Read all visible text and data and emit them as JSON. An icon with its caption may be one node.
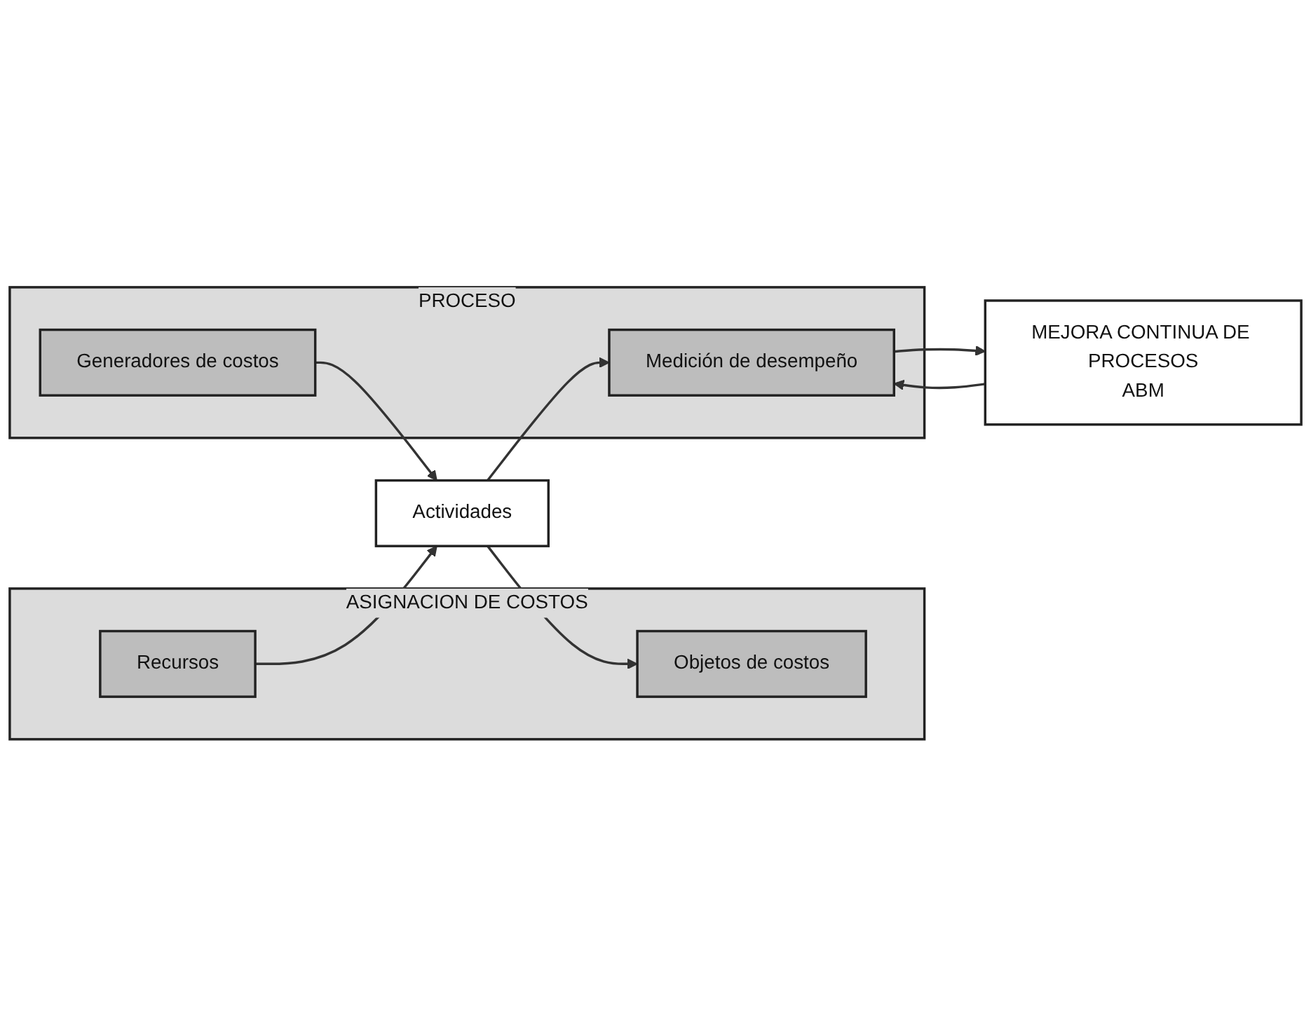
{
  "diagram": {
    "nodes": [
      {
        "text": [
          "ASIGNACION DE COSTOS"
        ]
      },
      {
        "text": [
          "Recursos"
        ],
        "in": 0
      },
      {
        "text": [
          "PROCESO"
        ]
      },
      {
        "text": [
          "Generadores de costos"
        ],
        "in": 2
      },
      {
        "text": [
          "Actividades"
        ]
      },
      {
        "text": [
          "Medición de desempeño"
        ],
        "in": 2
      },
      {
        "text": [
          "MEJORA CONTINUA DE PROCESOS",
          "ABM"
        ]
      },
      {
        "text": [
          "Objetos de costos"
        ],
        "in": 0
      }
    ],
    "edges": [
      {
        "from": 1,
        "to": 4,
        "arrow": "to"
      },
      {
        "from": 3,
        "to": 4,
        "arrow": "to"
      },
      {
        "from": 4,
        "to": 5,
        "arrow": "to"
      },
      {
        "from": 6,
        "to": 5,
        "arrow": "to"
      },
      {
        "from": 5,
        "to": 6,
        "arrow": "to"
      },
      {
        "from": 4,
        "to": 7,
        "arrow": "to"
      }
    ]
  }
}
